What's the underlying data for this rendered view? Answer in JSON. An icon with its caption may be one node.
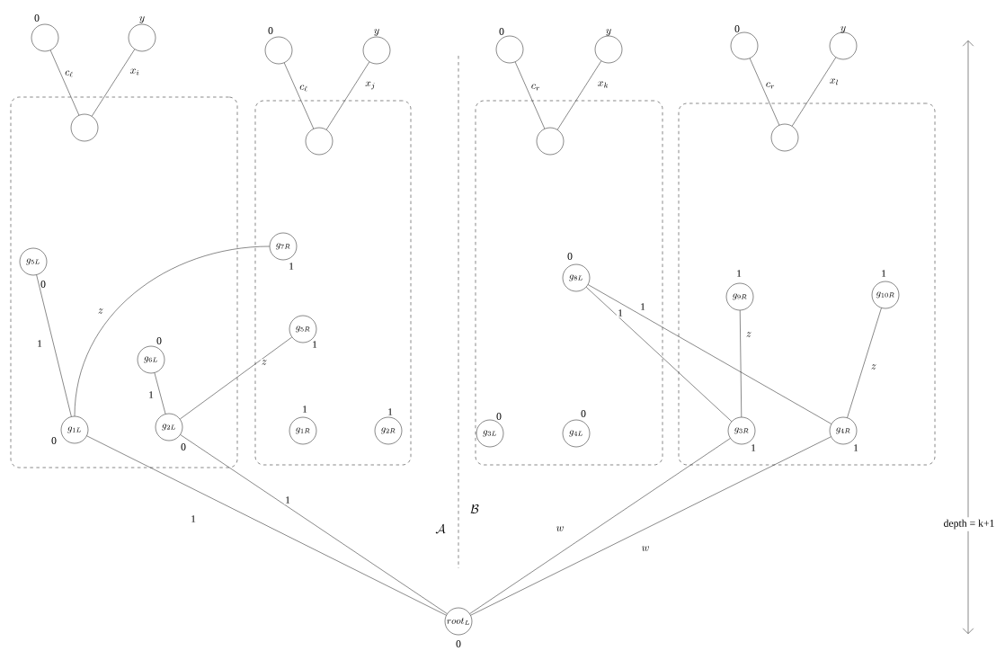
{
  "diagram": {
    "nodes": [
      {
        "text": [],
        "shape": "circle",
        "beside": [
          "0"
        ]
      },
      {
        "text": [],
        "shape": "circle",
        "beside": [
          "y"
        ]
      },
      {
        "text": [],
        "shape": "circle",
        "beside": [
          "0"
        ]
      },
      {
        "text": [],
        "shape": "circle",
        "beside": [
          "y"
        ]
      },
      {
        "text": [],
        "shape": "circle",
        "beside": [
          "0"
        ]
      },
      {
        "text": [],
        "shape": "circle",
        "beside": [
          "y"
        ]
      },
      {
        "text": [],
        "shape": "circle",
        "beside": [
          "0"
        ]
      },
      {
        "text": [],
        "shape": "circle",
        "beside": [
          "y"
        ]
      },
      {
        "text": [],
        "shape": "box"
      },
      {
        "text": [],
        "shape": "circle",
        "in": 8
      },
      {
        "text": [],
        "shape": "box"
      },
      {
        "text": [],
        "shape": "circle",
        "in": 10
      },
      {
        "text": [],
        "shape": "box"
      },
      {
        "text": [],
        "shape": "circle",
        "in": 12
      },
      {
        "text": [],
        "shape": "box"
      },
      {
        "text": [],
        "shape": "circle",
        "in": 14
      },
      {
        "text": [
          "g_{5L}"
        ],
        "in": 8,
        "beside": [
          "0"
        ]
      },
      {
        "text": [
          "g_{7R}"
        ],
        "in": 10,
        "beside": [
          "1"
        ]
      },
      {
        "text": [
          "g_{8L}"
        ],
        "in": 12,
        "beside": [
          "0"
        ]
      },
      {
        "text": [
          "g_{9R}"
        ],
        "in": 14,
        "beside": [
          "1"
        ]
      },
      {
        "text": [
          "g_{10R}"
        ],
        "in": 14,
        "beside": [
          "1"
        ]
      },
      {
        "text": [
          "g_{5R}"
        ],
        "in": 10,
        "beside": [
          "1"
        ]
      },
      {
        "text": [
          "g_{6L}"
        ],
        "in": 8,
        "beside": [
          "0"
        ]
      },
      {
        "text": [
          "g_{1L}"
        ],
        "in": 8,
        "beside": [
          "0"
        ]
      },
      {
        "text": [
          "g_{2L}"
        ],
        "in": 8,
        "beside": [
          "0"
        ]
      },
      {
        "text": [
          "g_{1R}"
        ],
        "in": 10,
        "beside": [
          "1"
        ]
      },
      {
        "text": [
          "g_{2R}"
        ],
        "in": 10,
        "beside": [
          "1"
        ]
      },
      {
        "text": [
          "g_{3L}"
        ],
        "in": 12,
        "beside": [
          "0"
        ]
      },
      {
        "text": [
          "g_{4L}"
        ],
        "in": 12,
        "beside": [
          "0"
        ]
      },
      {
        "text": [
          "g_{3R}"
        ],
        "in": 14,
        "beside": [
          "1"
        ]
      },
      {
        "text": [
          "g_{4R}"
        ],
        "in": 14,
        "beside": [
          "1"
        ]
      },
      {
        "text": [
          "root_L"
        ],
        "beside": [
          "0"
        ]
      }
    ],
    "edges": [
      {
        "from": 0,
        "to": 9,
        "arrow": "none",
        "label": "c_\\ell"
      },
      {
        "from": 1,
        "to": 9,
        "arrow": "none",
        "label": "x_i"
      },
      {
        "from": 2,
        "to": 11,
        "arrow": "none",
        "label": "c_\\ell"
      },
      {
        "from": 3,
        "to": 11,
        "arrow": "none",
        "label": "x_j"
      },
      {
        "from": 4,
        "to": 13,
        "arrow": "none",
        "label": "c_r"
      },
      {
        "from": 5,
        "to": 13,
        "arrow": "none",
        "label": "x_k"
      },
      {
        "from": 6,
        "to": 15,
        "arrow": "none",
        "label": "c_r"
      },
      {
        "from": 7,
        "to": 15,
        "arrow": "none",
        "label": "x_l"
      },
      {
        "from": 16,
        "to": 23,
        "arrow": "none",
        "label": "1"
      },
      {
        "from": 23,
        "to": 17,
        "arrow": "none",
        "label": "z"
      },
      {
        "from": 22,
        "to": 24,
        "arrow": "none",
        "label": "1"
      },
      {
        "from": 24,
        "to": 21,
        "arrow": "none",
        "label": "z"
      },
      {
        "from": 18,
        "to": 29,
        "arrow": "none",
        "label": "1"
      },
      {
        "from": 18,
        "to": 30,
        "arrow": "none",
        "label": "1"
      },
      {
        "from": 19,
        "to": 29,
        "arrow": "none",
        "label": "z"
      },
      {
        "from": 20,
        "to": 30,
        "arrow": "none",
        "label": "z"
      },
      {
        "from": 23,
        "to": 31,
        "arrow": "none",
        "label": "1"
      },
      {
        "from": 24,
        "to": 31,
        "arrow": "none",
        "label": "1"
      },
      {
        "from": 29,
        "to": 31,
        "arrow": "none",
        "label": "w"
      },
      {
        "from": 30,
        "to": 31,
        "arrow": "none",
        "label": "w"
      }
    ],
    "labels": [
      "\\mathcal{B}",
      "\\mathcal{A}",
      "depth = k+1"
    ]
  }
}
